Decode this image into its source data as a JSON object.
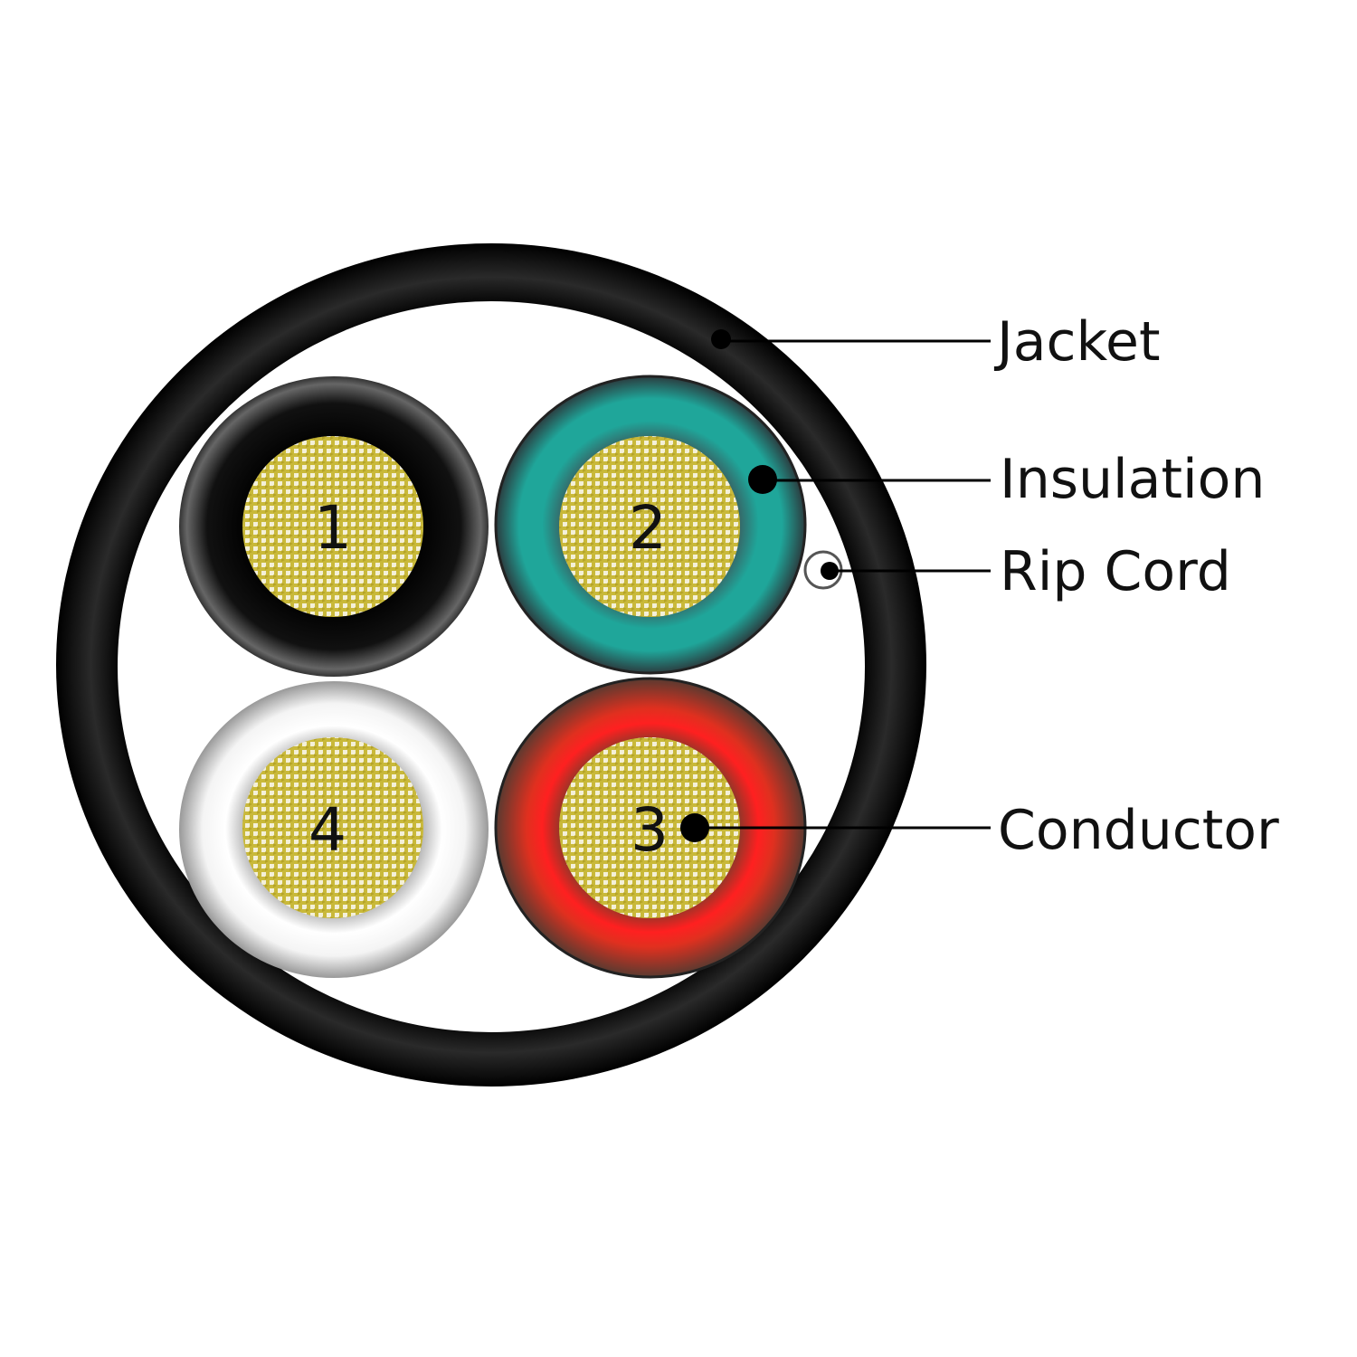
{
  "title": "Cable cross-section",
  "labels": {
    "jacket": "Jacket",
    "insulation": "Insulation",
    "rip_cord": "Rip Cord",
    "conductor": "Conductor"
  },
  "conductors": [
    {
      "number": "1",
      "insulation_color": "#111111"
    },
    {
      "number": "2",
      "insulation_color": "#1fa69a"
    },
    {
      "number": "3",
      "insulation_color": "#ff2020"
    },
    {
      "number": "4",
      "insulation_color": "#ffffff"
    }
  ],
  "colors": {
    "jacket": "#111111",
    "conductor_fill": "#d8cf7a",
    "conductor_dot": "#b8a520"
  }
}
